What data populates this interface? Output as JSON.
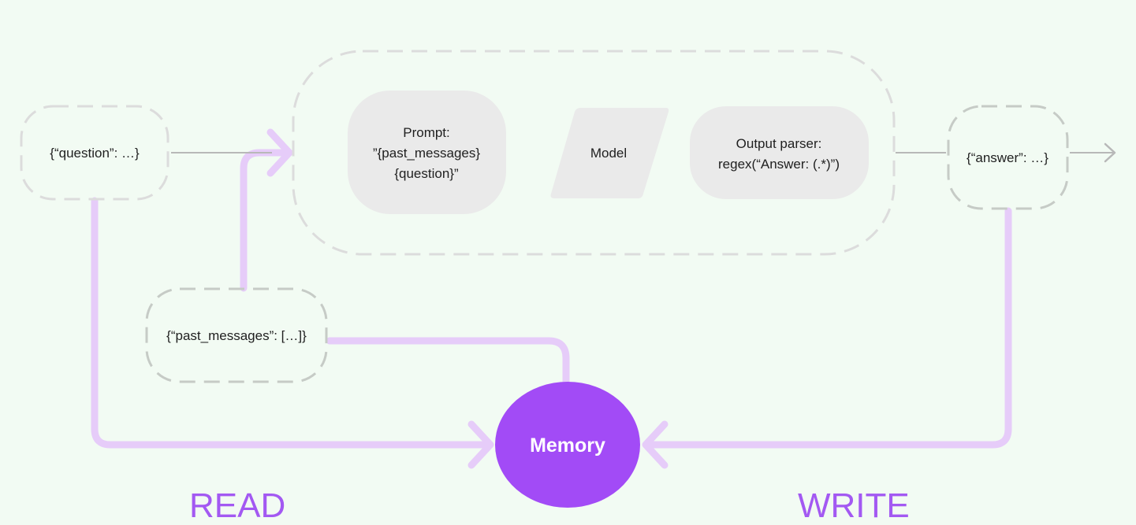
{
  "nodes": {
    "question_input": {
      "label": "{“question”: …}"
    },
    "prompt": {
      "line1": "Prompt:",
      "line2": "”{past_messages}",
      "line3": "{question}”"
    },
    "model": {
      "label": "Model"
    },
    "output_parser": {
      "line1": "Output parser:",
      "line2": "regex(“Answer: (.*)”)"
    },
    "answer_output": {
      "label": "{“answer”: …}"
    },
    "past_messages": {
      "label": "{“past_messages”: […]}"
    },
    "memory": {
      "label": "Memory"
    }
  },
  "labels": {
    "read": "READ",
    "write": "WRITE"
  },
  "colors": {
    "background": "#f2fbf3",
    "flow_purple": "#e6ccf9",
    "memory_fill": "#a24bf6",
    "read_write_text": "#a359f2",
    "gray_line": "#b5b5b5",
    "dashed_light": "#dcdcdc",
    "dashed_dark": "#c6cbc6",
    "component_fill": "#eaeaea"
  }
}
